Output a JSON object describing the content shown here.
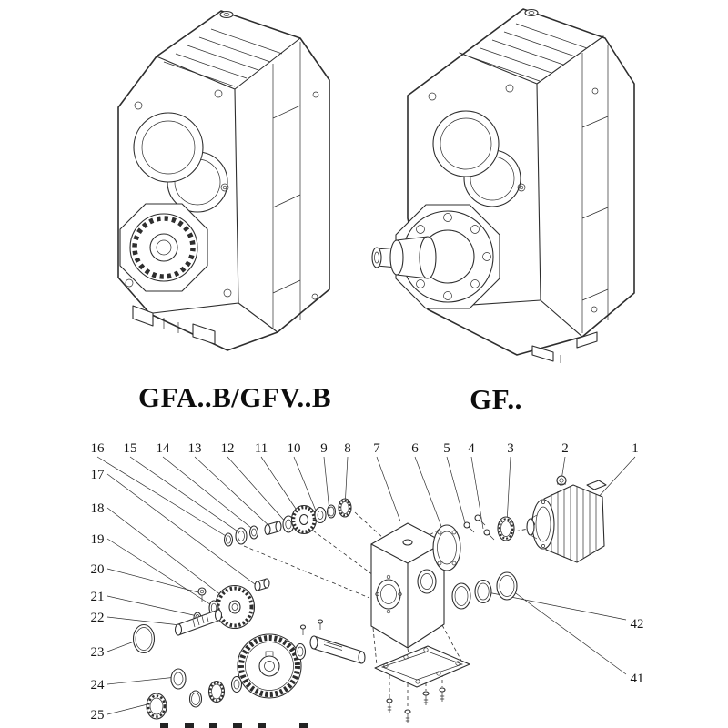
{
  "colors": {
    "line": "#2e2e2e",
    "text": "#161616",
    "background": "#ffffff"
  },
  "models": {
    "left": {
      "label": "GFA..B/GFV..B"
    },
    "right": {
      "label": "GF.."
    }
  },
  "callouts": {
    "top": [
      "16",
      "15",
      "14",
      "13",
      "12",
      "11",
      "10",
      "9",
      "8",
      "7",
      "6",
      "5",
      "4",
      "3",
      "2",
      "1"
    ],
    "left": [
      "17",
      "18",
      "19",
      "20",
      "21",
      "22",
      "23",
      "24",
      "25"
    ],
    "right": [
      "42",
      "41"
    ]
  }
}
